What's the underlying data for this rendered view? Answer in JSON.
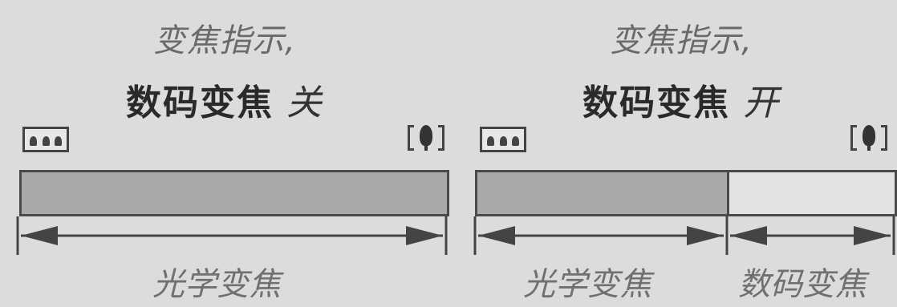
{
  "left": {
    "title_line1": "变焦指示,",
    "title_strong": "数码变焦",
    "state": "关",
    "optical_label": "光学变焦",
    "optical_fraction": 1.0
  },
  "right": {
    "title_line1": "变焦指示,",
    "title_strong": "数码变焦",
    "state": "开",
    "optical_label": "光学变焦",
    "digital_label": "数码变焦",
    "optical_fraction": 0.6
  },
  "icons": {
    "wide": "wide-angle-icon",
    "tele": "telephoto-icon"
  },
  "colors": {
    "optical_fill": "#a9a9a9",
    "digital_fill": "#e4e4e4",
    "outline": "#4a4a4a"
  }
}
